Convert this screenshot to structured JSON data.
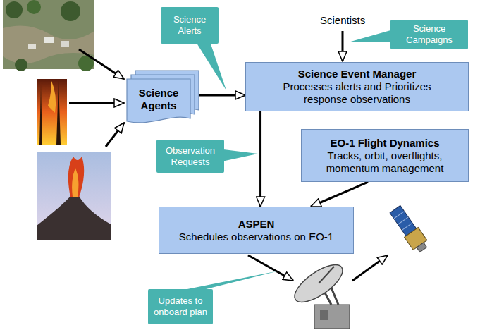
{
  "diagram": {
    "nodes": [
      {
        "text": [
          "Science Alerts"
        ]
      },
      {
        "text": [
          "Science Campaigns"
        ]
      },
      {
        "text": [
          "Science Agents"
        ]
      },
      {
        "text": [
          "Science Event Manager",
          "Processes alerts and Prioritizes response observations"
        ]
      },
      {
        "text": [
          "Observation Requests"
        ]
      },
      {
        "text": [
          "EO-1 Flight Dynamics",
          "Tracks, orbit, overflights, momentum management"
        ]
      },
      {
        "text": [
          "ASPEN",
          "Schedules observations on EO-1"
        ]
      },
      {
        "text": [
          "Updates to onboard plan"
        ]
      }
    ],
    "edges": [
      {
        "from": 2,
        "to": 3,
        "arrow": "to"
      },
      {
        "from": 3,
        "to": 6,
        "arrow": "to"
      },
      {
        "from": 5,
        "to": 6,
        "arrow": "to"
      }
    ],
    "labels": [
      "Scientists"
    ]
  }
}
